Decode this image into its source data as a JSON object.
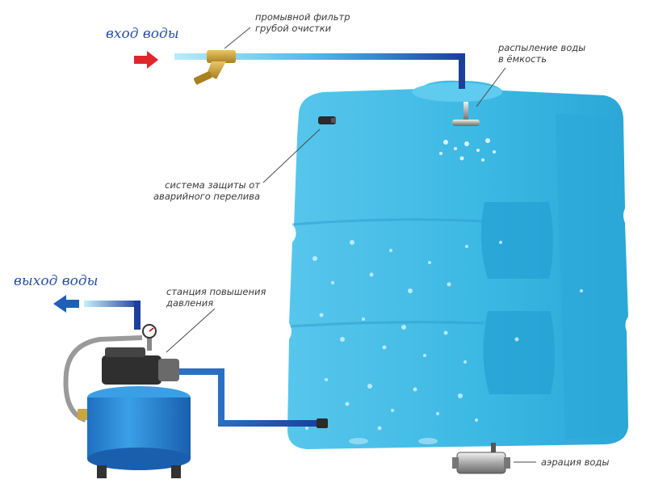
{
  "labels": {
    "water_in": "вход воды",
    "water_out": "выход воды",
    "filter_line1": "промывной фильтр",
    "filter_line2": "грубой очистки",
    "spray_line1": "распыление воды",
    "spray_line2": "в ёмкость",
    "overflow_line1": "система защиты от",
    "overflow_line2": "аварийного перелива",
    "pump_line1": "станция повышения",
    "pump_line2": "давления",
    "aeration": "аэрация воды"
  },
  "colors": {
    "tank": "#3db9e4",
    "tank_dark": "#1f9ccb",
    "pipe_light": "#7fd6f3",
    "pipe_dark": "#1c3f9c",
    "arrow_in": "#e0262b",
    "arrow_out": "#1f5fb8",
    "accumulator": "#2d8fd8",
    "label_text": "#3a3a3a",
    "title_text": "#2a4fa8"
  },
  "icons": [
    "arrow-right-icon",
    "arrow-left-icon",
    "filter-valve-icon",
    "spray-nozzle-icon",
    "overflow-valve-icon",
    "pressure-gauge-icon",
    "pump-motor-icon",
    "aeration-unit-icon"
  ]
}
